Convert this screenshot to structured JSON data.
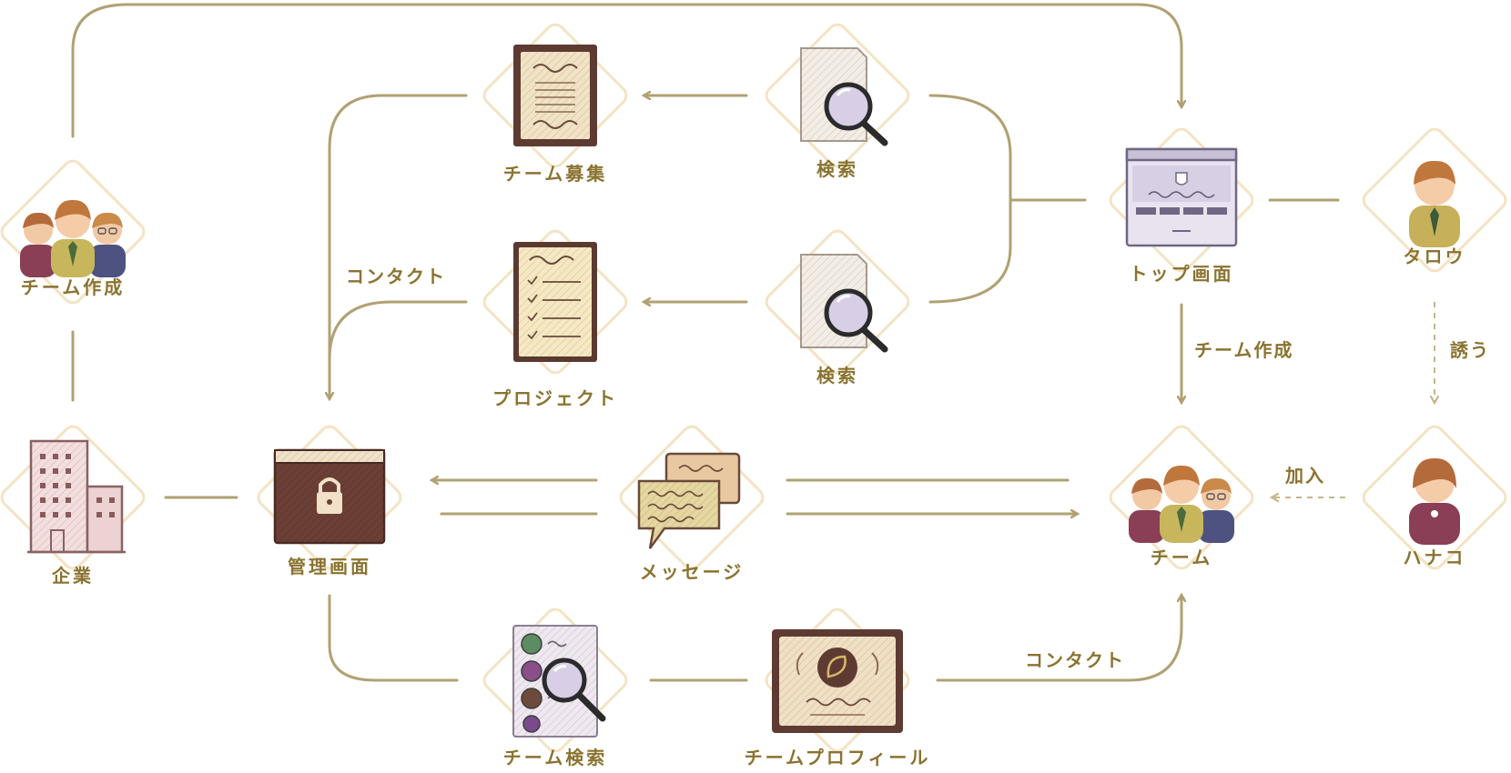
{
  "nodes": {
    "team_create": "チーム作成",
    "company": "企業",
    "recruit": "チーム募集",
    "search_top": "検索",
    "project": "プロジェクト",
    "search_bottom": "検索",
    "top_screen": "トップ画面",
    "taro": "タロウ",
    "admin": "管理画面",
    "message": "メッセージ",
    "team": "チーム",
    "hanako": "ハナコ",
    "team_search": "チーム検索",
    "team_profile": "チームプロフィール"
  },
  "edges": {
    "contact_top": "コンタクト",
    "team_create_edge": "チーム作成",
    "invite": "誘う",
    "join": "加入",
    "contact_bottom": "コンタクト"
  },
  "colors": {
    "line": "#b0a173",
    "label": "#8a7330",
    "diamond": "#f4e3c4"
  },
  "icons": {
    "team_create": "people-group-icon",
    "company": "building-icon",
    "recruit": "notice-board-icon",
    "search": "document-magnifier-icon",
    "project": "checklist-icon",
    "top_screen": "web-window-icon",
    "person": "person-icon",
    "admin": "locked-window-icon",
    "message": "speech-bubbles-icon",
    "team_search": "member-list-search-icon",
    "team_profile": "profile-card-icon"
  }
}
